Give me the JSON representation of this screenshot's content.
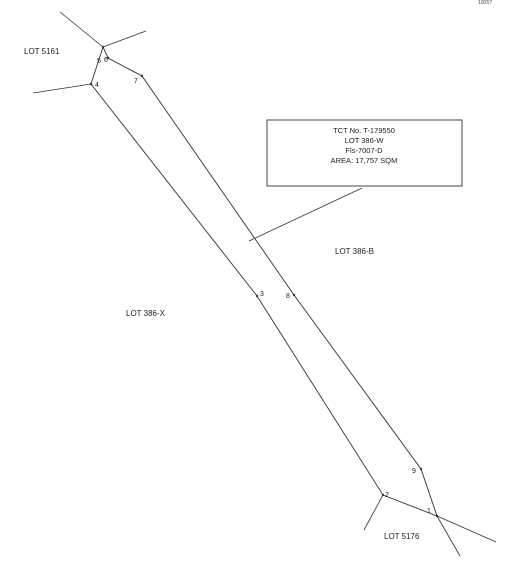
{
  "corner_text": "1005?",
  "lots": {
    "lot_5161": "LOT 5161",
    "lot_386_b": "LOT 386-B",
    "lot_386_x": "LOT 386-X",
    "lot_5176": "LOT 5176"
  },
  "info_box": {
    "lines": [
      "TCT No. T-179550",
      "LOT 386-W",
      "Fls-7007-D",
      "AREA: 17,757 SQM"
    ]
  },
  "points": [
    "1",
    "2",
    "3",
    "4",
    "5",
    "6",
    "7",
    "8",
    "9"
  ],
  "colors": {
    "line": "#333333",
    "blank_patch": "#ffffff"
  }
}
